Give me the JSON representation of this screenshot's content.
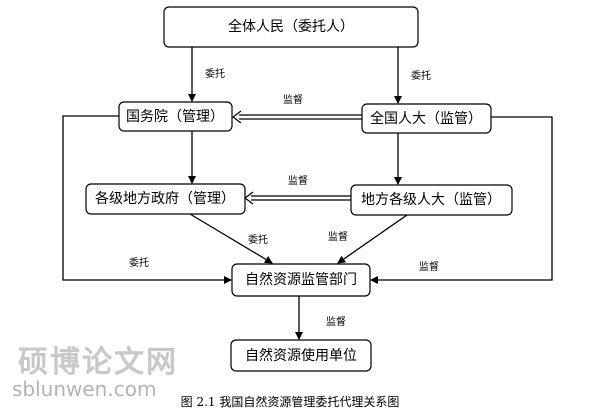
{
  "diagram": {
    "nodes": {
      "people": "全体人民（委托人）",
      "state_council": "国务院（管理）",
      "npc": "全国人大（监管）",
      "local_gov": "各级地方政府（管理）",
      "local_congress": "地方各级人大（监管）",
      "regulator": "自然资源监管部门",
      "user_unit": "自然资源使用单位"
    },
    "edge_labels": {
      "people_to_state_council": "委托",
      "people_to_npc": "委托",
      "npc_to_state_council": "监督",
      "congress_to_gov": "监督",
      "gov_to_regulator": "委托",
      "congress_to_regulator": "监督",
      "left_bypass": "委托",
      "right_bypass": "监督",
      "regulator_to_user": "监督"
    }
  },
  "caption": "图 2.1  我国自然资源管理委托代理关系图",
  "watermark": {
    "chinese": "硕博论文网",
    "latin": "sblunwen.com"
  }
}
